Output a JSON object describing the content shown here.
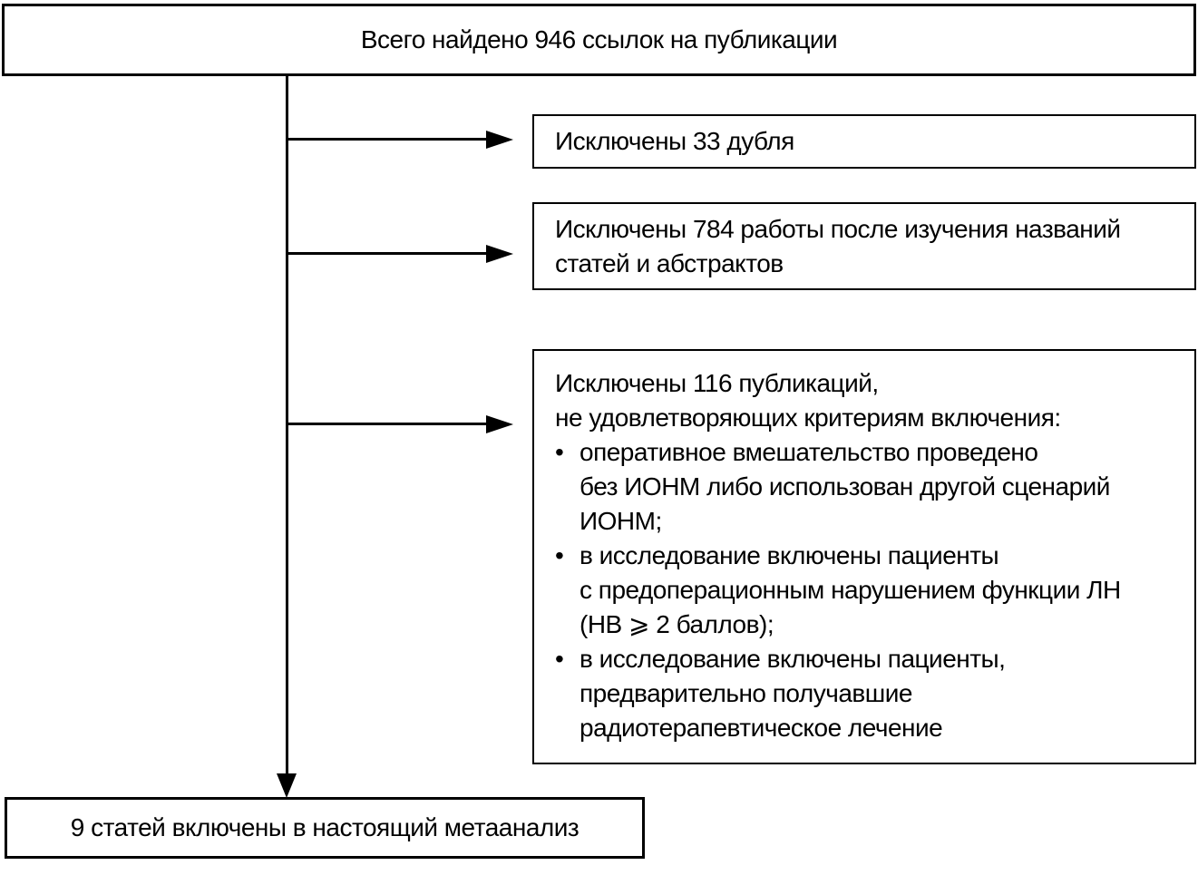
{
  "diagram": {
    "title_hint": "Схема отбора публикаций для метаанализа",
    "colors": {
      "line": "#000000",
      "background": "#ffffff",
      "text": "#000000"
    },
    "top_box": {
      "text": "Всего найдено 946 ссылок на публикации"
    },
    "exclusions": [
      {
        "text": "Исключены 33 дубля"
      },
      {
        "text": "Исключены 784 работы после изучения названий\nстатей и абстрактов"
      },
      {
        "header": "Исключены 116 публикаций,\nне удовлетворяющих критериям включения:",
        "bullet_char": "•",
        "bullets": [
          "оперативное вмешательство проведено\nбез ИОНМ либо использован другой сценарий\nИОНМ;",
          "в исследование включены пациенты\nс предоперационным нарушением функции ЛН\n(НВ ⩾ 2 баллов);",
          "в исследование включены пациенты,\nпредварительно получавшие\nрадиотерапевтическое лечение"
        ]
      }
    ],
    "bottom_box": {
      "text": "9 статей включены в настоящий метаанализ"
    }
  }
}
